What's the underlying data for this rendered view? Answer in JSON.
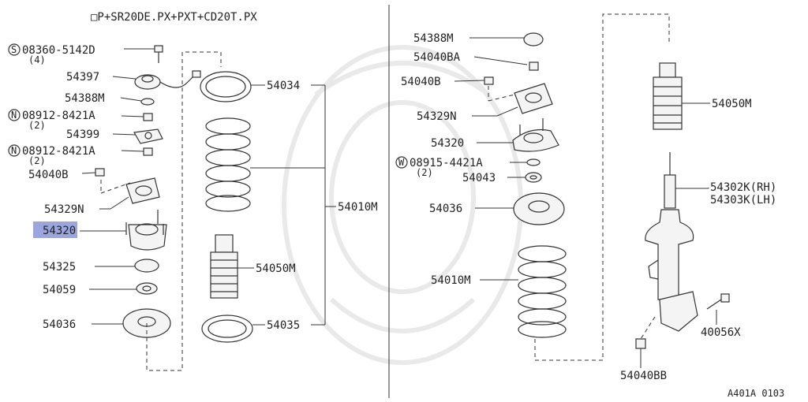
{
  "header": {
    "title": "□P+SR20DE.PX+PXT+CD20T.PX"
  },
  "footer": {
    "code": "A401A 0103"
  },
  "highlight": {
    "color": "#9aa6dd"
  },
  "callouts": {
    "left_bolt": "08360-5142D",
    "left_bolt_qty": "(4)",
    "left_mount_sensor": "54397",
    "left_cap": "54388M",
    "left_nut1": "08912-8421A",
    "left_nut1_qty": "(2)",
    "left_plate": "54399",
    "left_nut2": "08912-8421A",
    "left_nut2_qty": "(2)",
    "left_nut3": "54040B",
    "left_bracket": "54329N",
    "left_mount": "54320",
    "left_bearing": "54325",
    "left_washer": "54059",
    "left_seat": "54036",
    "mid_insulator_top": "54034",
    "mid_spring_assy": "54010M",
    "mid_bound_bumper": "54050M",
    "mid_insulator_bot": "54035",
    "r_cap": "54388M",
    "r_nut_a": "54040BA",
    "r_nut_b": "54040B",
    "r_bracket": "54329N",
    "r_mount": "54320",
    "r_washer_w": "08915-4421A",
    "r_washer_qty": "(2)",
    "r_washer": "54043",
    "r_seat": "54036",
    "r_spring": "54010M",
    "r_bumper": "54050M",
    "r_strut_rh": "54302K(RH)",
    "r_strut_lh": "54303K(LH)",
    "r_bolt": "40056X",
    "r_nut_bottom": "54040BB",
    "sym_s": "S",
    "sym_n": "N",
    "sym_w": "W"
  }
}
